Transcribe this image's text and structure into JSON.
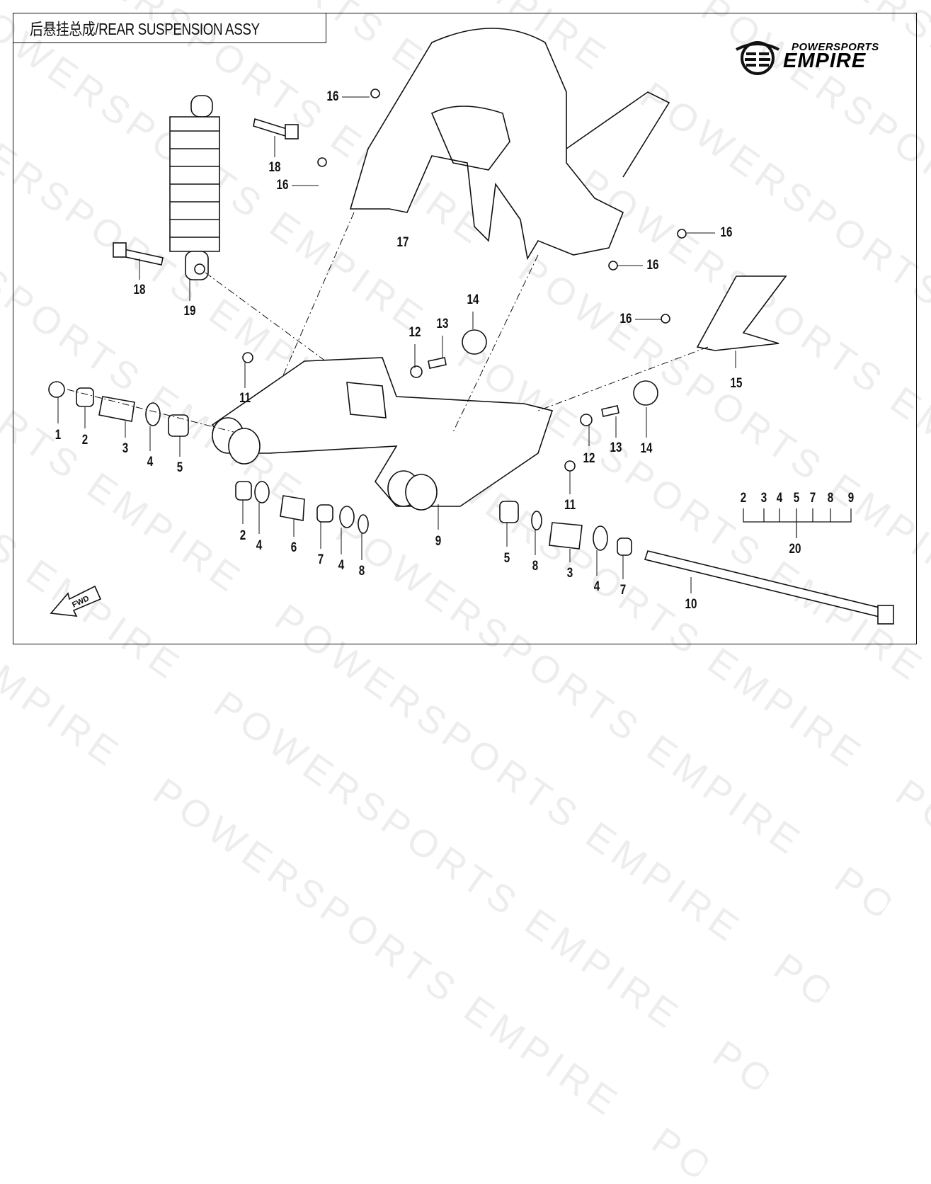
{
  "title": "后悬挂总成/REAR SUSPENSION  ASSY",
  "logo": {
    "line1": "POWERSPORTS",
    "line2": "EMPIRE"
  },
  "watermark": "POWERSPORTS EMPIRE",
  "fwd_label": "FWD",
  "callouts": [
    "16",
    "18",
    "16",
    "17",
    "16",
    "16",
    "18",
    "19",
    "14",
    "13",
    "12",
    "16",
    "15",
    "11",
    "1",
    "2",
    "3",
    "4",
    "5",
    "12",
    "13",
    "14",
    "11",
    "2",
    "4",
    "6",
    "7",
    "4",
    "8",
    "9",
    "5",
    "8",
    "3",
    "4",
    "7",
    "10"
  ],
  "kit": {
    "members": [
      "2",
      "3",
      "4",
      "5",
      "7",
      "8",
      "9"
    ],
    "label": "20"
  }
}
